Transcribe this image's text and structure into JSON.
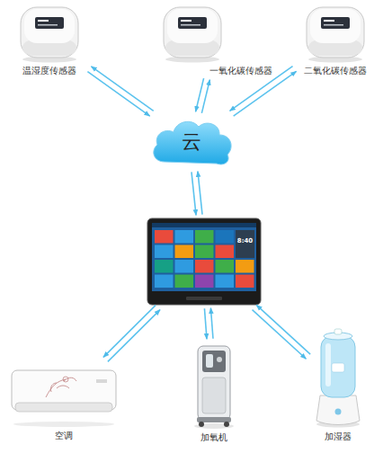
{
  "diagram": {
    "nodes": [
      {
        "text": [
          "温湿度传感器"
        ]
      },
      {
        "text": [
          "一氧化碳传感器"
        ]
      },
      {
        "text": [
          "二氧化碳传感器"
        ]
      },
      {
        "text": [
          "云"
        ]
      },
      {
        "text": [
          "8:40"
        ]
      },
      {
        "text": [
          "空调"
        ]
      },
      {
        "text": [
          "加氧机"
        ]
      },
      {
        "text": [
          "加湿器"
        ]
      }
    ],
    "edges": [
      {
        "from": 0,
        "to": 3,
        "arrow": "to"
      },
      {
        "from": 3,
        "to": 0,
        "arrow": "to"
      },
      {
        "from": 1,
        "to": 3,
        "arrow": "to"
      },
      {
        "from": 3,
        "to": 1,
        "arrow": "to"
      },
      {
        "from": 2,
        "to": 3,
        "arrow": "to"
      },
      {
        "from": 3,
        "to": 2,
        "arrow": "to"
      },
      {
        "from": 3,
        "to": 4,
        "arrow": "to"
      },
      {
        "from": 4,
        "to": 3,
        "arrow": "to"
      },
      {
        "from": 4,
        "to": 5,
        "arrow": "to"
      },
      {
        "from": 5,
        "to": 4,
        "arrow": "to"
      },
      {
        "from": 4,
        "to": 6,
        "arrow": "to"
      },
      {
        "from": 6,
        "to": 4,
        "arrow": "to"
      },
      {
        "from": 4,
        "to": 7,
        "arrow": "to"
      },
      {
        "from": 7,
        "to": 4,
        "arrow": "to"
      }
    ]
  }
}
